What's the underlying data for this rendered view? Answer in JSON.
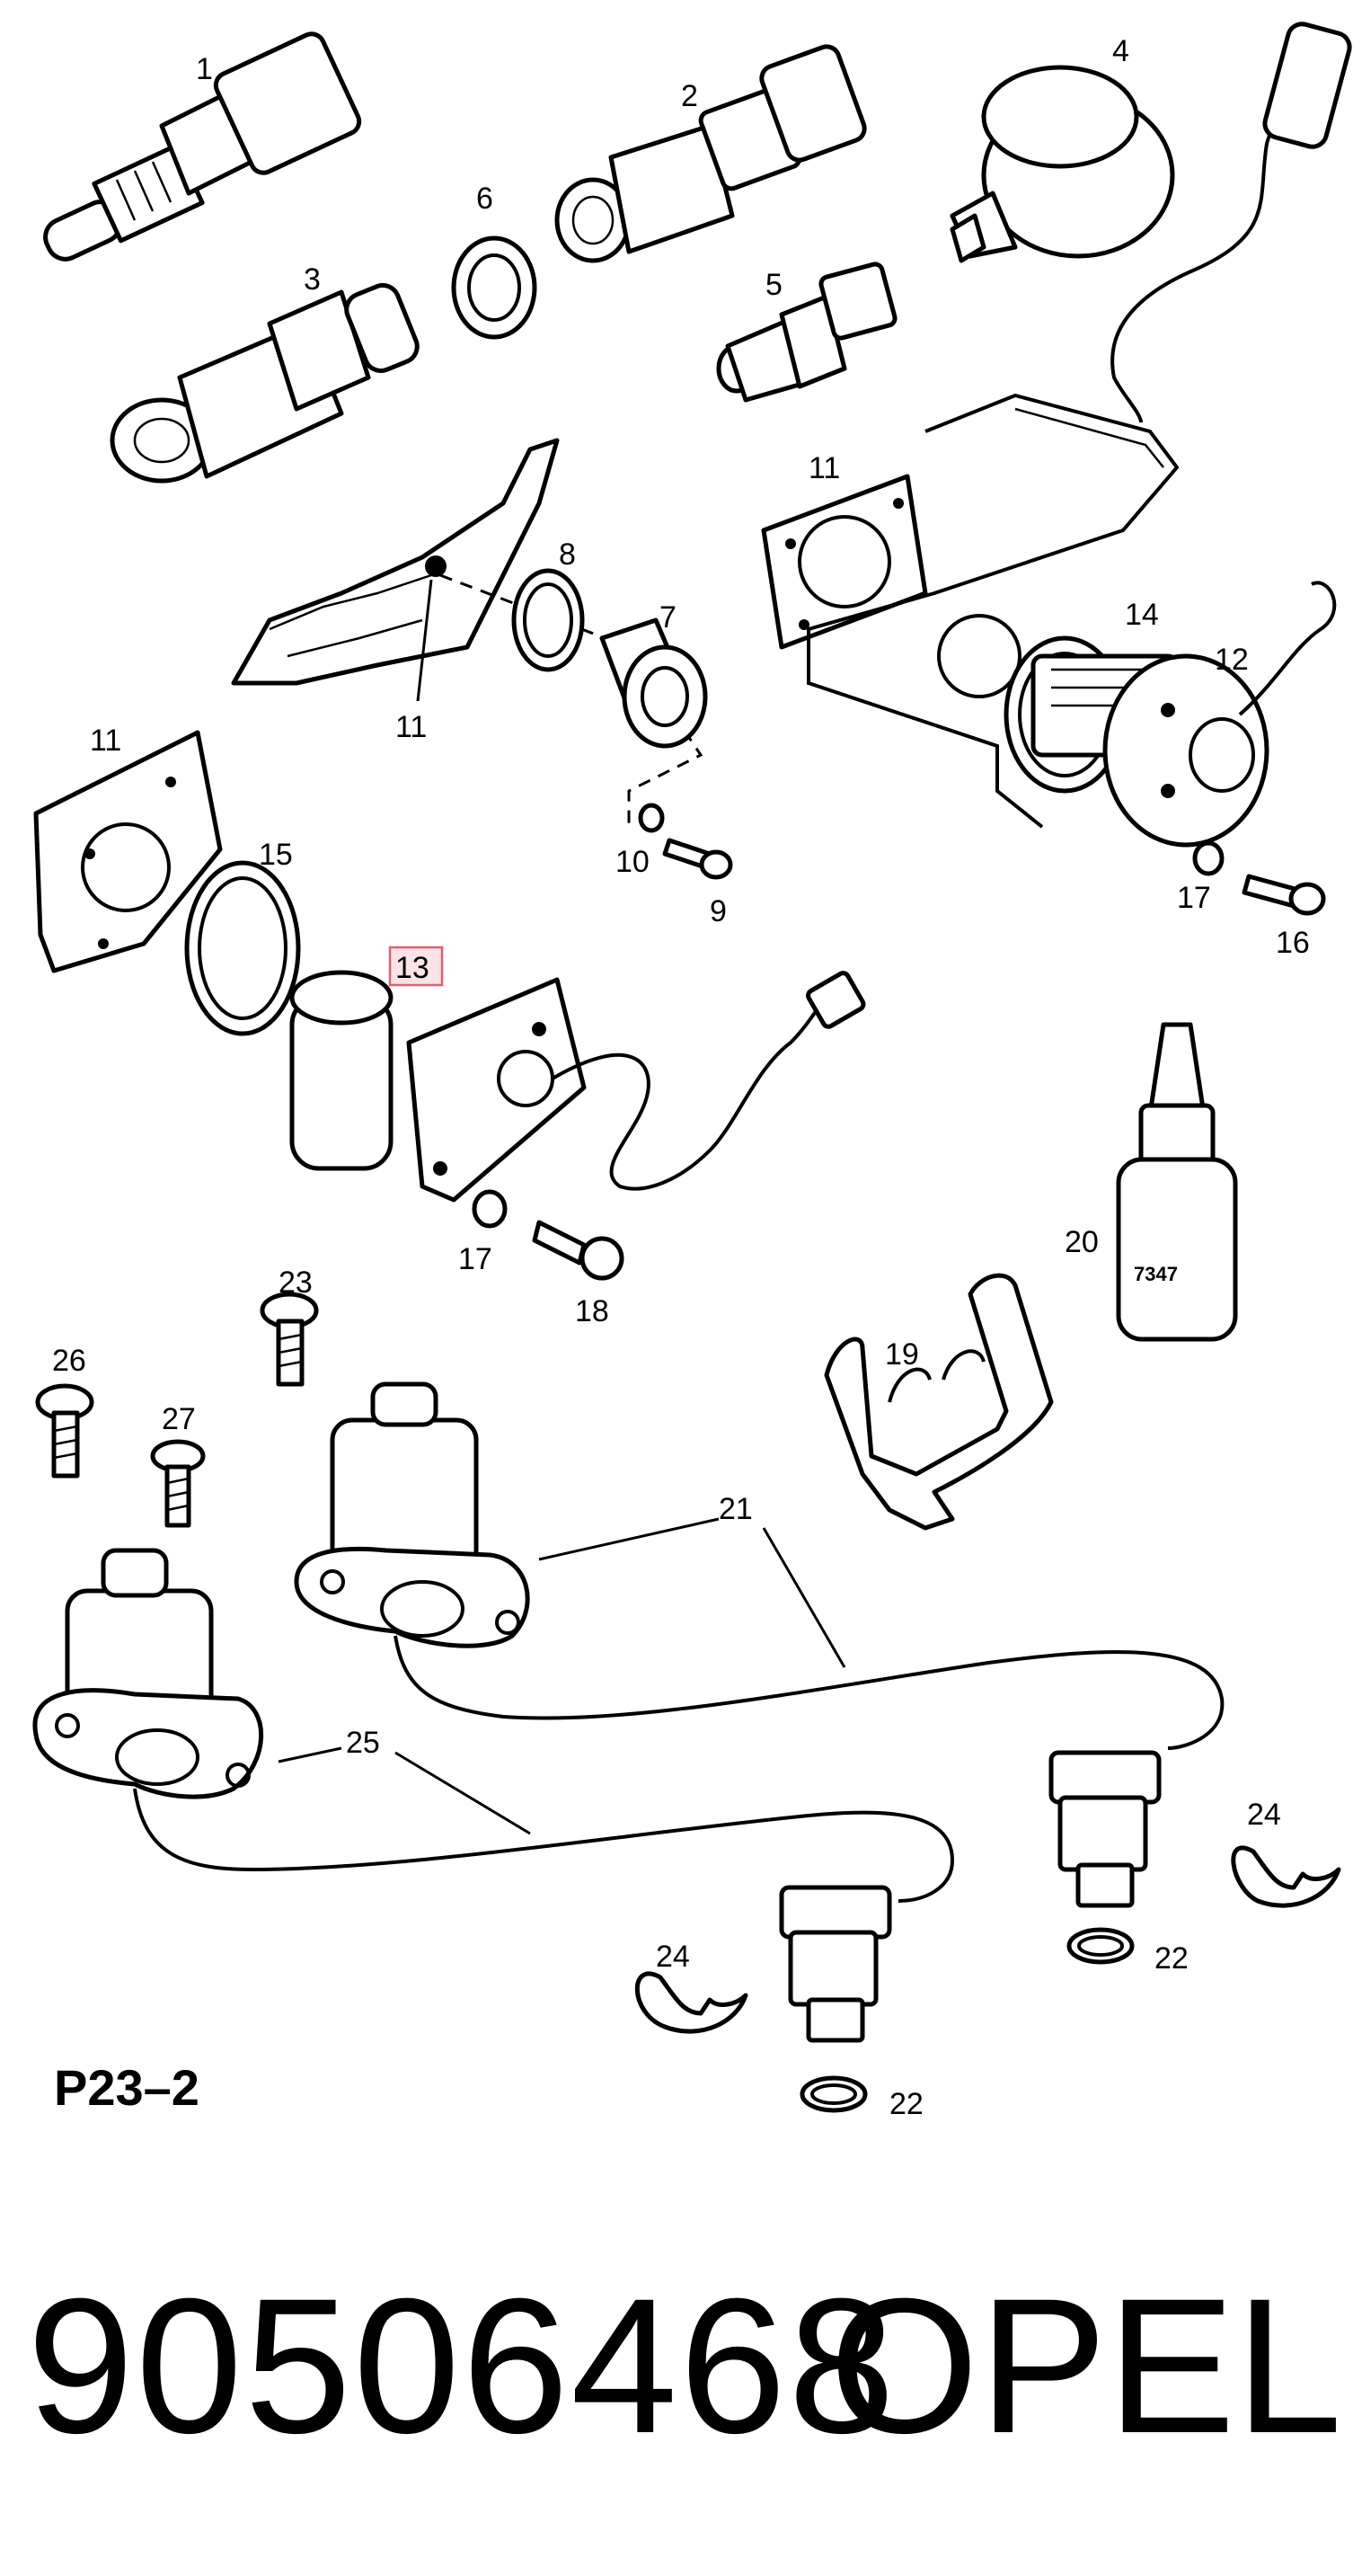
{
  "diagram": {
    "callouts": {
      "c1": "1",
      "c2": "2",
      "c3": "3",
      "c4": "4",
      "c5": "5",
      "c6": "6",
      "c7": "7",
      "c8": "8",
      "c9": "9",
      "c10": "10",
      "c11a": "11",
      "c11b": "11",
      "c11c": "11",
      "c12": "12",
      "c13": "13",
      "c14": "14",
      "c15": "15",
      "c16": "16",
      "c17a": "17",
      "c17b": "17",
      "c18": "18",
      "c19": "19",
      "c20": "20",
      "c21": "21",
      "c22a": "22",
      "c22b": "22",
      "c23": "23",
      "c24a": "24",
      "c24b": "24",
      "c25": "25",
      "c26": "26",
      "c27": "27"
    },
    "highlight_color": "#e06070",
    "bottle_label": "7347"
  },
  "reference_code": "P23–2",
  "footer": {
    "part_number": "90506468",
    "brand": "OPEL"
  }
}
